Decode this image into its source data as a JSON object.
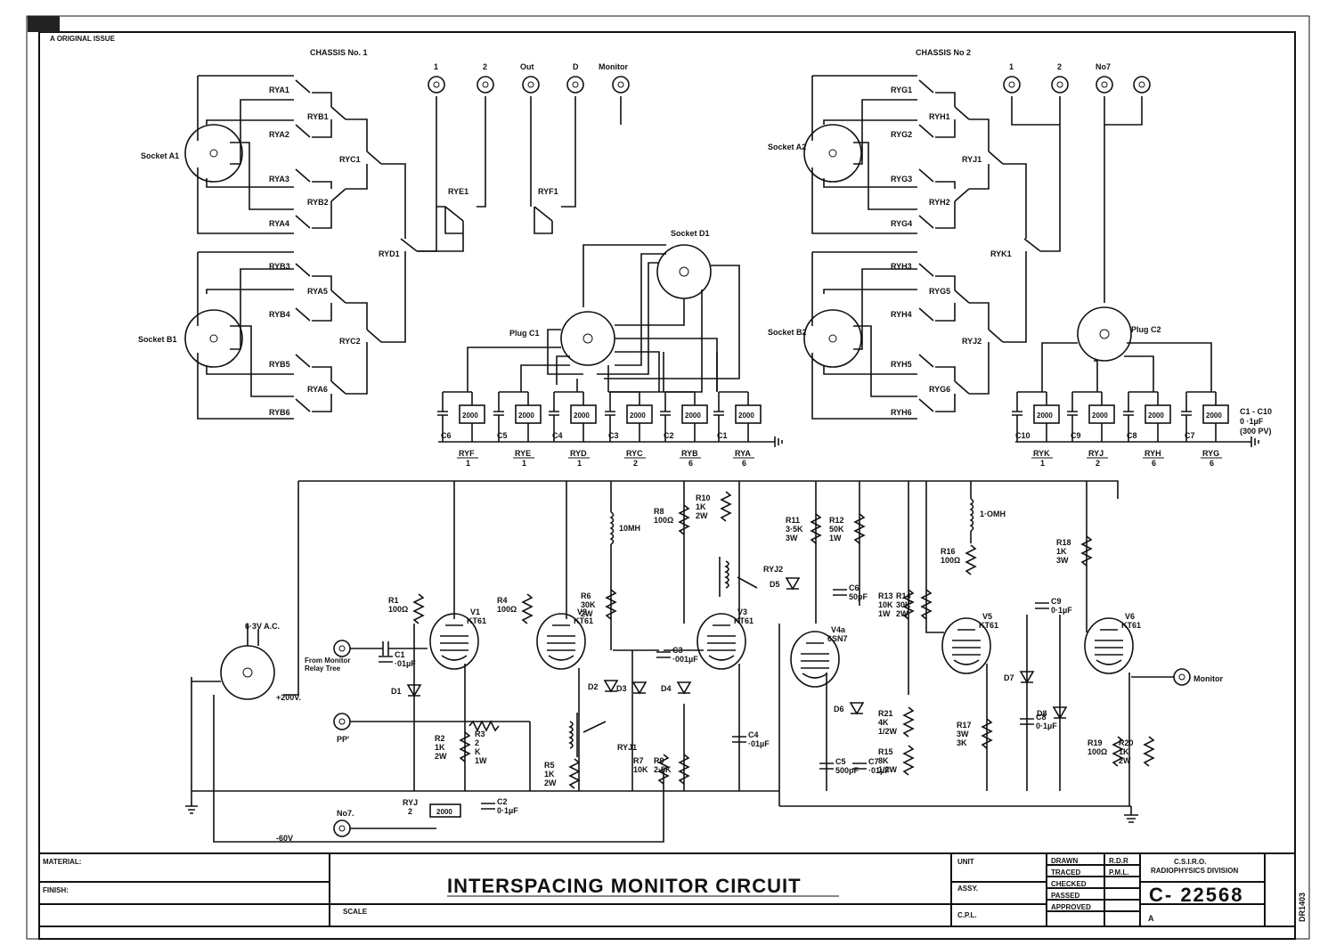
{
  "revision": {
    "label": "A  ORIGINAL ISSUE"
  },
  "chassis1": {
    "title": "CHASSIS   No. 1",
    "connectors": [
      "1",
      "2",
      "Out",
      "D",
      "Monitor"
    ],
    "socket_a1": "Socket A1",
    "socket_b1": "Socket B1",
    "relays_upper": [
      "RYA1",
      "RYB1",
      "RYA2",
      "RYC1",
      "RYA3",
      "RYB2",
      "RYA4"
    ],
    "relays_lower": [
      "RYB3",
      "RYA5",
      "RYB4",
      "RYC2",
      "RYB5",
      "RYA6",
      "RYB6"
    ],
    "relays_mid": [
      "RYD1",
      "RYE1",
      "RYF1"
    ],
    "plug_c1": "Plug C1",
    "socket_d1": "Socket D1",
    "coil_value": "2000",
    "bank": [
      {
        "cap": "C6",
        "relay": "RYF",
        "num": "1"
      },
      {
        "cap": "C5",
        "relay": "RYE",
        "num": "1"
      },
      {
        "cap": "C4",
        "relay": "RYD",
        "num": "1"
      },
      {
        "cap": "C3",
        "relay": "RYC",
        "num": "2"
      },
      {
        "cap": "C2",
        "relay": "RYB",
        "num": "6"
      },
      {
        "cap": "C1",
        "relay": "RYA",
        "num": "6"
      }
    ]
  },
  "chassis2": {
    "title": "CHASSIS   No 2",
    "connectors": [
      "1",
      "2",
      "No7",
      ""
    ],
    "socket_a2": "Socket A2",
    "socket_b2": "Socket B2",
    "relays_upper": [
      "RYG1",
      "RYH1",
      "RYG2",
      "RYJ1",
      "RYG3",
      "RYH2",
      "RYG4",
      "RYK1"
    ],
    "relays_lower": [
      "RYH3",
      "RYG5",
      "RYH4",
      "RYJ2",
      "RYH5",
      "RYG6",
      "RYH6"
    ],
    "plug_c2": "Plug C2",
    "bank": [
      {
        "cap": "C10",
        "relay": "RYK",
        "num": "1"
      },
      {
        "cap": "C9",
        "relay": "RYJ",
        "num": "2"
      },
      {
        "cap": "C8",
        "relay": "RYH",
        "num": "6"
      },
      {
        "cap": "C7",
        "relay": "RYG",
        "num": "6"
      }
    ],
    "cap_note": [
      "C1 - C10",
      "0 ·1µF",
      "(300 PV)"
    ]
  },
  "circuit": {
    "supply": [
      "6·3V A.C.",
      "+200V.",
      "-60V"
    ],
    "inputs": [
      "From Monitor",
      "Relay Tree",
      "PP'",
      "No7."
    ],
    "output": "Monitor",
    "tubes": [
      {
        "name": "V1",
        "type": "KT61"
      },
      {
        "name": "V2",
        "type": "KT61"
      },
      {
        "name": "V3",
        "type": "KT61"
      },
      {
        "name": "V4a",
        "type": "6SN7"
      },
      {
        "name": "V5",
        "type": "KT61"
      },
      {
        "name": "V6",
        "type": "KT61"
      }
    ],
    "resistors": [
      [
        "R1",
        "100Ω"
      ],
      [
        "R2",
        "1K",
        "2W"
      ],
      [
        "R3",
        "2",
        "K",
        "1W"
      ],
      [
        "R4",
        "100Ω"
      ],
      [
        "R5",
        "1K",
        "2W"
      ],
      [
        "R6",
        "30K",
        "2W"
      ],
      [
        "R7",
        "10K"
      ],
      [
        "R8",
        "100Ω"
      ],
      [
        "R9",
        "2·5K"
      ],
      [
        "R10",
        "1K",
        "2W"
      ],
      [
        "R11",
        "3·5K",
        "3W"
      ],
      [
        "R12",
        "50K",
        "1W"
      ],
      [
        "R13",
        "10K",
        "1W"
      ],
      [
        "R14",
        "30K",
        "2W"
      ],
      [
        "R15",
        "8K",
        "1/2W"
      ],
      [
        "R16",
        "100Ω"
      ],
      [
        "R17",
        "3W",
        "3K"
      ],
      [
        "R18",
        "1K",
        "3W"
      ],
      [
        "R19",
        "100Ω"
      ],
      [
        "R20",
        "1K",
        "2W"
      ],
      [
        "R21",
        "4K",
        "1/2W"
      ]
    ],
    "capacitors": [
      [
        "C1",
        "·01µF"
      ],
      [
        "C2",
        "0·1µF"
      ],
      [
        "C3",
        "·001µF"
      ],
      [
        "C4",
        "·01µF"
      ],
      [
        "C5",
        "500pF"
      ],
      [
        "C6",
        "50pF"
      ],
      [
        "C7",
        "·01µF"
      ],
      [
        "C8",
        "0·1µF"
      ],
      [
        "C9",
        "0·1µF"
      ]
    ],
    "inductors": [
      "10MH",
      "1·OMH"
    ],
    "diodes": [
      "D1",
      "D2",
      "D3",
      "D4",
      "D5",
      "D6",
      "D7",
      "D8"
    ],
    "relays": [
      "RYJ1",
      "RYJ2",
      "RYJ",
      "2"
    ]
  },
  "title_block": {
    "material": "MATERIAL:",
    "finish": "FINISH:",
    "scale": "SCALE",
    "title": "INTERSPACING MONITOR CIRCUIT",
    "unit": "UNIT",
    "assy": "ASSY.",
    "cpl": "C.P.L.",
    "drawn": "DRAWN",
    "traced": "TRACED",
    "checked": "CHECKED",
    "passed": "PASSED",
    "approved": "APPROVED",
    "drawn_by": "R.D.R",
    "traced_by": "P.M.L.",
    "org_line1": "C.S.I.R.O.",
    "org_line2": "RADIOPHYSICS DIVISION",
    "drawing_number": "C- 22568",
    "issue": "A",
    "side_code": "DR1403"
  }
}
